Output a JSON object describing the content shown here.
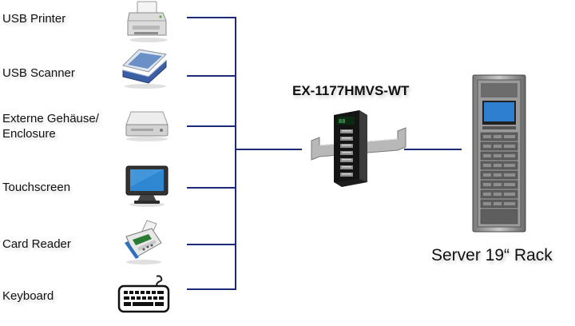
{
  "devices": [
    {
      "label": "USB Printer",
      "icon": "printer-icon"
    },
    {
      "label": "USB Scanner",
      "icon": "scanner-icon"
    },
    {
      "label_line1": "Externe Gehäuse/",
      "label_line2": "Enclosure",
      "icon": "hard-drive-icon"
    },
    {
      "label": "Touchscreen",
      "icon": "monitor-icon"
    },
    {
      "label": "Card Reader",
      "icon": "card-reader-icon"
    },
    {
      "label": "Keyboard",
      "icon": "keyboard-icon"
    }
  ],
  "hub": {
    "model": "EX-1177HMVS-WT",
    "icon": "usb-hub-icon"
  },
  "server": {
    "label": "Server 19“ Rack",
    "icon": "server-rack-icon"
  },
  "colors": {
    "line": "#1e2a78",
    "text": "#111111"
  }
}
